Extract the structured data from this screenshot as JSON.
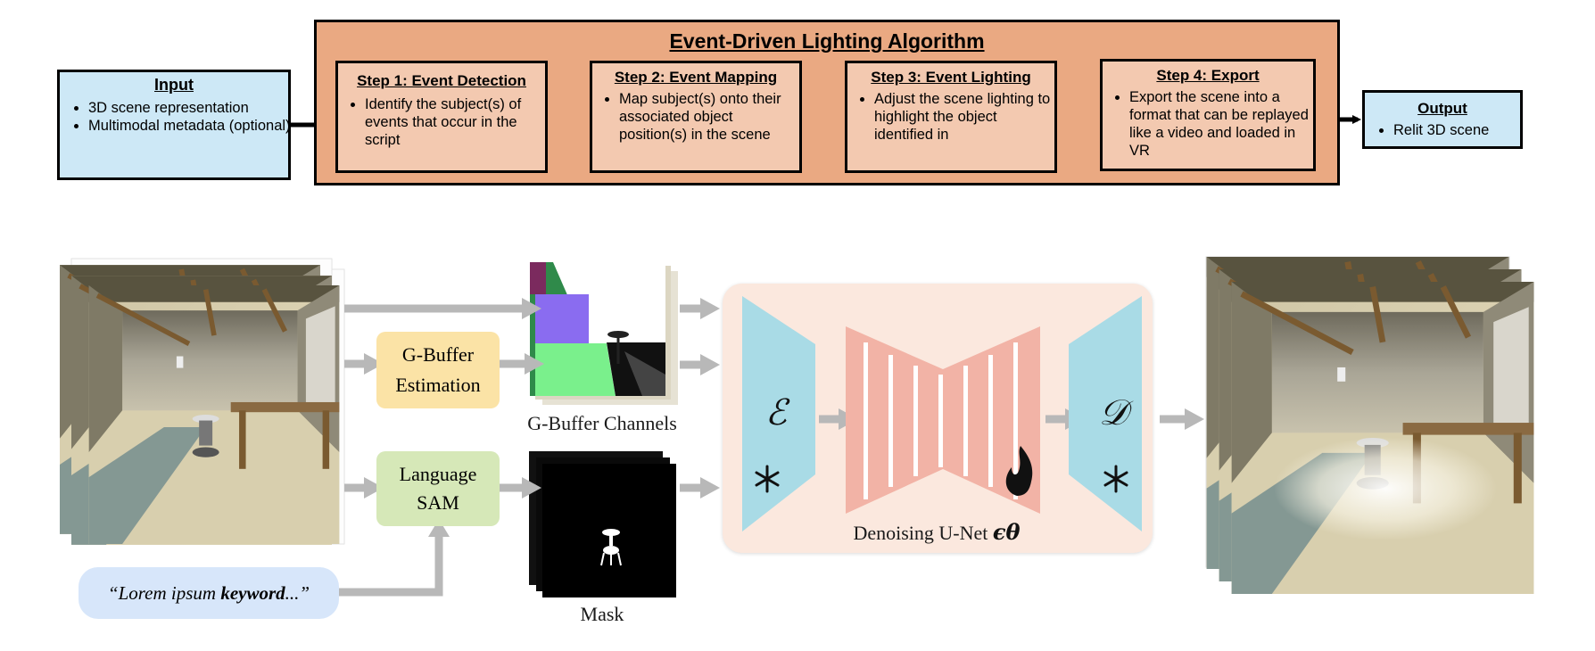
{
  "flow": {
    "input": {
      "title": "Input",
      "items": [
        "3D scene representation",
        "Multimodal metadata (optional)"
      ]
    },
    "algorithm": {
      "title": "Event-Driven Lighting Algorithm",
      "steps": [
        {
          "title": "Step 1: Event Detection",
          "items": [
            "Identify the subject(s) of events that occur in the script"
          ]
        },
        {
          "title": "Step 2: Event Mapping",
          "items": [
            "Map subject(s) onto their associated object position(s) in the scene"
          ]
        },
        {
          "title": "Step 3: Event Lighting",
          "items": [
            "Adjust the scene lighting to highlight the object identified in"
          ]
        },
        {
          "title": "Step 4: Export",
          "items": [
            "Export the scene into a format that can be replayed like a video and loaded in VR"
          ]
        }
      ]
    },
    "output": {
      "title": "Output",
      "items": [
        "Relit 3D scene"
      ]
    }
  },
  "pipeline": {
    "gbuffer_estimation": "G-Buffer Estimation",
    "language_sam": "Language SAM",
    "gbuffer_channels_label": "G-Buffer Channels",
    "mask_label": "Mask",
    "prompt": {
      "prefix": "“Lorem ipsum ",
      "keyword": "keyword",
      "suffix": "...”"
    },
    "encoder_symbol": "ℰ",
    "decoder_symbol": "𝒟",
    "unet_label": "Denoising U-Net ",
    "unet_symbol": "ϵθ"
  },
  "colors": {
    "light_blue": "#cde8f6",
    "orange_outer": "#eaa982",
    "orange_inner": "#f3c9b0",
    "unet_pink": "#f2b3a6",
    "vae_cyan": "#a9dbe6",
    "gbuffer_yellow": "#fbe3a6",
    "sam_green": "#d6e8b8",
    "prompt_blue": "#d7e6fa",
    "panel_bg": "#fbe8de",
    "arrow_gray": "#b8b8b8"
  },
  "icons": [
    "snowflake-icon",
    "flame-icon",
    "stool-silhouette-icon"
  ]
}
